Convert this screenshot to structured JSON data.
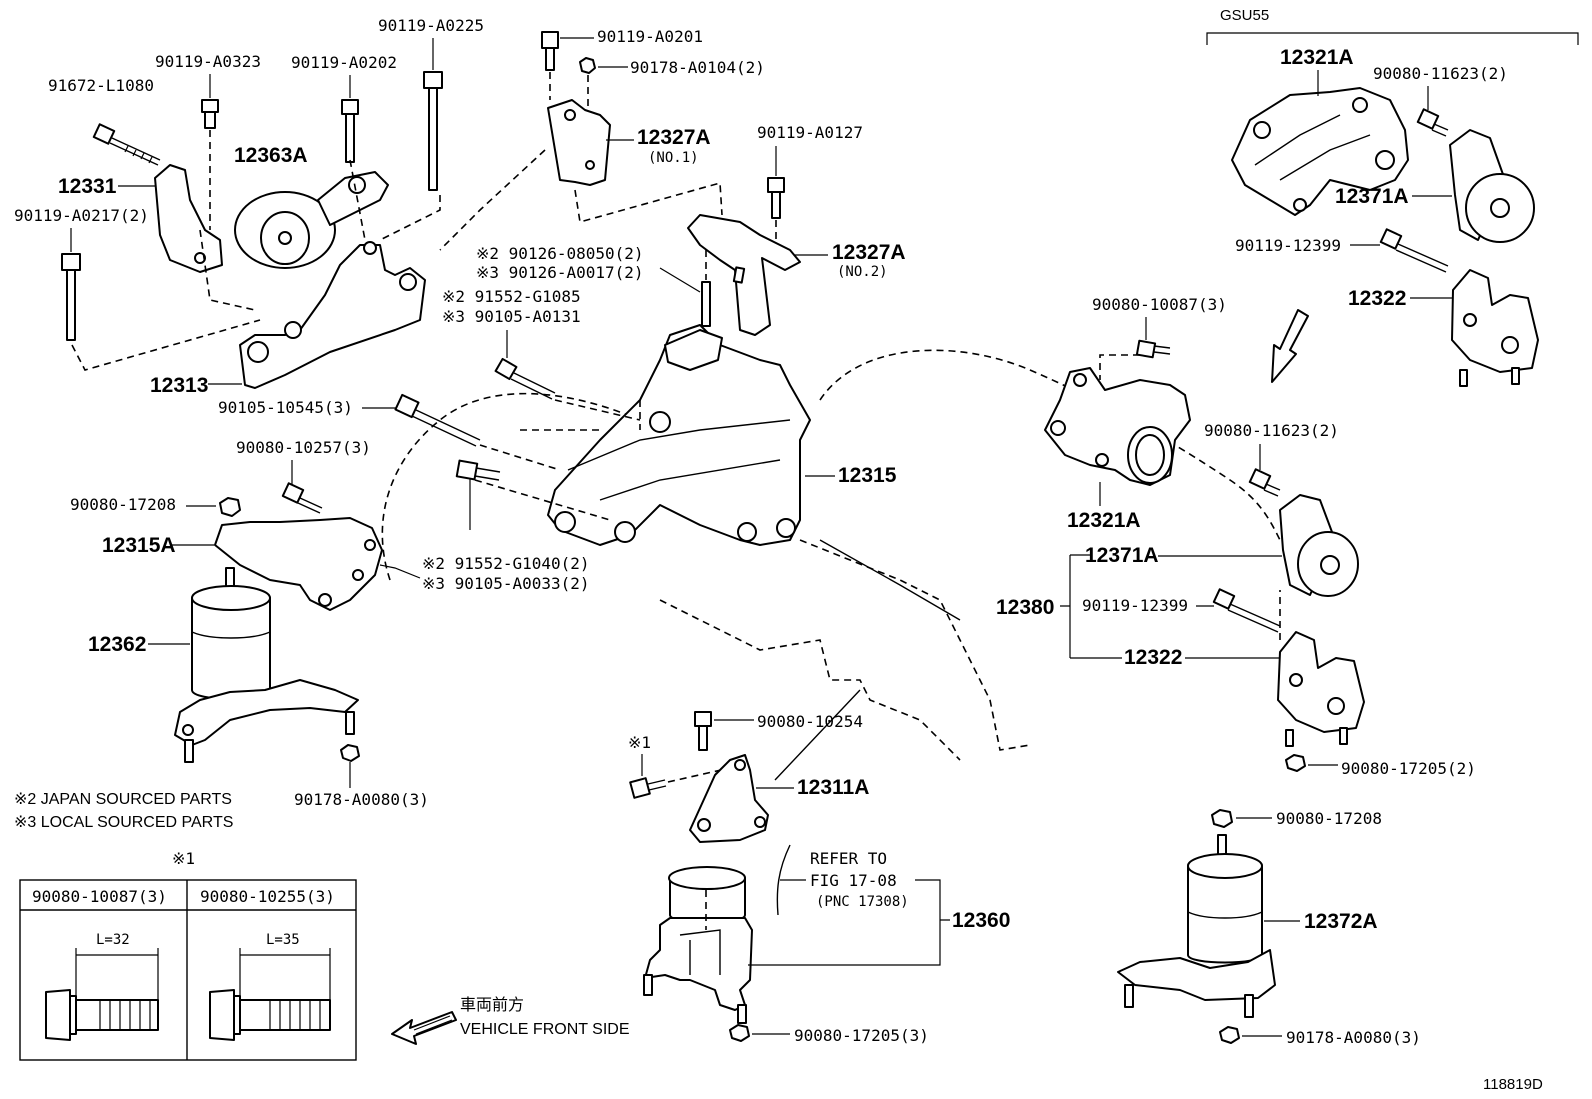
{
  "model": "GSU55",
  "diagram_code": "118819D",
  "labels": {
    "p91672_L1080": "91672-L1080",
    "p90119_A0323": "90119-A0323",
    "p90119_A0202": "90119-A0202",
    "p90119_A0225": "90119-A0225",
    "p90119_A0201": "90119-A0201",
    "p90178_A0104": "90178-A0104(2)",
    "p12327A_1": "12327A",
    "p12327A_1_sub": "(NO.1)",
    "p90119_A0127": "90119-A0127",
    "p12327A_2": "12327A",
    "p12327A_2_sub": "(NO.2)",
    "p12331": "12331",
    "p12363A": "12363A",
    "p90119_A0217": "90119-A0217(2)",
    "p12313": "12313",
    "p90105_10545": "90105-10545(3)",
    "p90126_08050": "※2 90126-08050(2)",
    "p90126_A0017": "※3 90126-A0017(2)",
    "p91552_G1085": "※2 91552-G1085",
    "p90105_A0131": "※3 90105-A0131",
    "p90080_10257": "90080-10257(3)",
    "p90080_17208_left": "90080-17208",
    "p12315A": "12315A",
    "p12315": "12315",
    "p91552_G1040": "※2  91552-G1040(2)",
    "p90105_A0033": "※3  90105-A0033(2)",
    "p12362": "12362",
    "p90178_A0080_left": "90178-A0080(3)",
    "note_jp": "※2 JAPAN SOURCED PARTS",
    "note_local": "※3 LOCAL SOURCED PARTS",
    "mark1_top": "※1",
    "mark1_mid": "※1",
    "p90080_10254": "90080-10254",
    "p12311A": "12311A",
    "refer1": "REFER TO",
    "refer2": "FIG 17-08",
    "refer3": "(PNC 17308)",
    "p12360": "12360",
    "p90080_17205_3": "90080-17205(3)",
    "front_jp": "車両前方",
    "front_en": "VEHICLE FRONT SIDE",
    "p12321A_top": "12321A",
    "p90080_11623_top": "90080-11623(2)",
    "p12371A_top": "12371A",
    "p90119_12399_top": "90119-12399",
    "p12322_top": "12322",
    "p90080_10087": "90080-10087(3)",
    "p90080_11623_mid": "90080-11623(2)",
    "p12321A_mid": "12321A",
    "p12371A_mid": "12371A",
    "p12380": "12380",
    "p90119_12399_mid": "90119-12399",
    "p12322_mid": "12322",
    "p90080_17205_2": "90080-17205(2)",
    "p90080_17208_right": "90080-17208",
    "p12372A": "12372A",
    "p90178_A0080_right": "90178-A0080(3)"
  },
  "table": {
    "col1_header": "90080-10087(3)",
    "col2_header": "90080-10255(3)",
    "col1_length": "L=32",
    "col2_length": "L=35"
  }
}
